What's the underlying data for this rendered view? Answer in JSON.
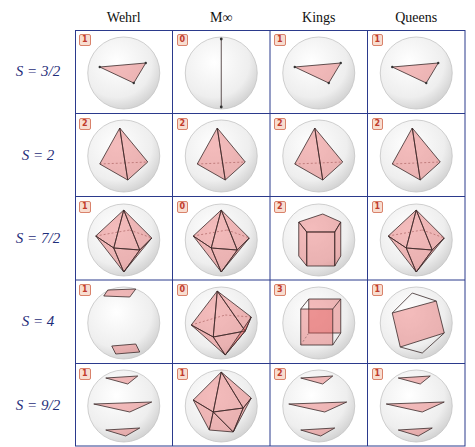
{
  "diagram": {
    "labels": [
      "Wehrl",
      "M∞",
      "Kings",
      "Queens",
      "S = 3/2",
      "1",
      "0",
      "1",
      "1",
      "S = 2",
      "2",
      "2",
      "2",
      "2",
      "S = 7/2",
      "1",
      "0",
      "2",
      "1",
      "S = 4",
      "1",
      "0",
      "3",
      "1",
      "S = 9/2",
      "1",
      "1",
      "2",
      "1"
    ]
  }
}
